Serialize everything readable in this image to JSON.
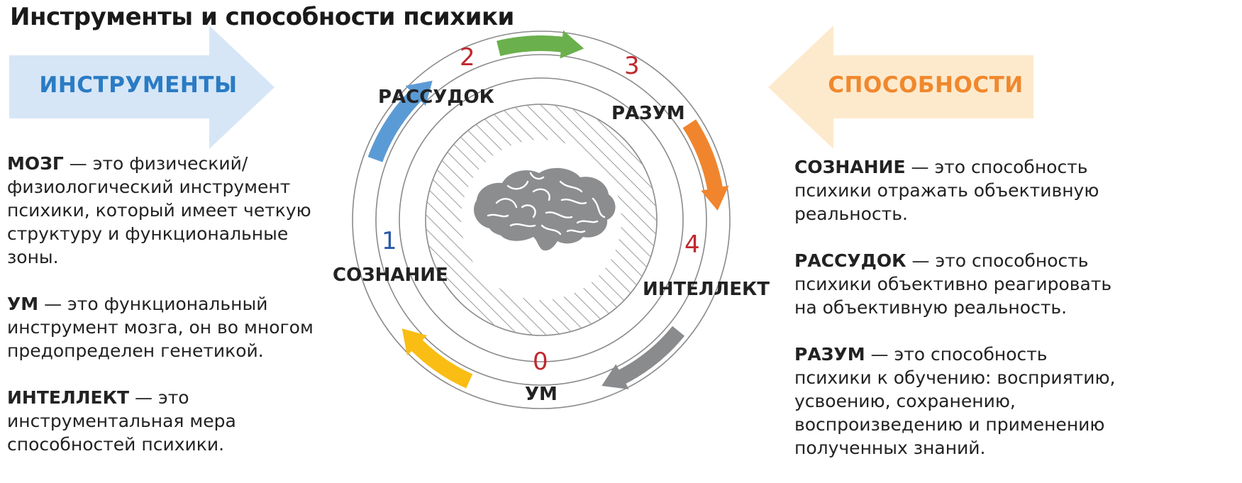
{
  "title": "Инструменты и способности психики",
  "colors": {
    "left_arrow": "#d6e6f6",
    "left_text": "#2a7bc4",
    "right_arrow": "#fdeacd",
    "right_text": "#f0882d",
    "num_red": "#c0272d",
    "num_blue": "#2a5aa8",
    "green": "#6ab04c",
    "orange": "#f0852e",
    "gray": "#8a8b8d",
    "yellow": "#f9bd14",
    "blue": "#5b9bd5",
    "brain": "#8c8d8f"
  },
  "left_arrow": {
    "label": "ИНСТРУМЕНТЫ"
  },
  "right_arrow": {
    "label": "СПОСОБНОСТИ"
  },
  "left_desc": [
    {
      "term": "МОЗГ",
      "text": " — это физический/ физиологический инструмент психики, который имеет четкую структуру и функциональные зоны."
    },
    {
      "term": "УМ",
      "text": " — это функциональный инструмент мозга, он во многом предопределен генетикой."
    },
    {
      "term": "ИНТЕЛЛЕКТ",
      "text": " — это инструментальная мера способностей психики."
    }
  ],
  "right_desc": [
    {
      "term": "СОЗНАНИЕ",
      "text": " — это способность психики отражать объективную реальность."
    },
    {
      "term": "РАССУДОК",
      "text": " — это способность психики объективно реагировать на объективную реальность."
    },
    {
      "term": "РАЗУМ",
      "text": " — это способность психики к обучению: восприятию, усвоению, сохранению, воспроизведению и применению полученных знаний."
    }
  ],
  "cycle": {
    "labels": {
      "rassudok": "РАССУДОК",
      "razum": "РАЗУМ",
      "soznanie": "СОЗНАНИЕ",
      "intellekt": "ИНТЕЛЛЕКТ",
      "um": "УМ"
    },
    "numbers": {
      "n0": "0",
      "n1": "1",
      "n2": "2",
      "n3": "3",
      "n4": "4"
    }
  }
}
